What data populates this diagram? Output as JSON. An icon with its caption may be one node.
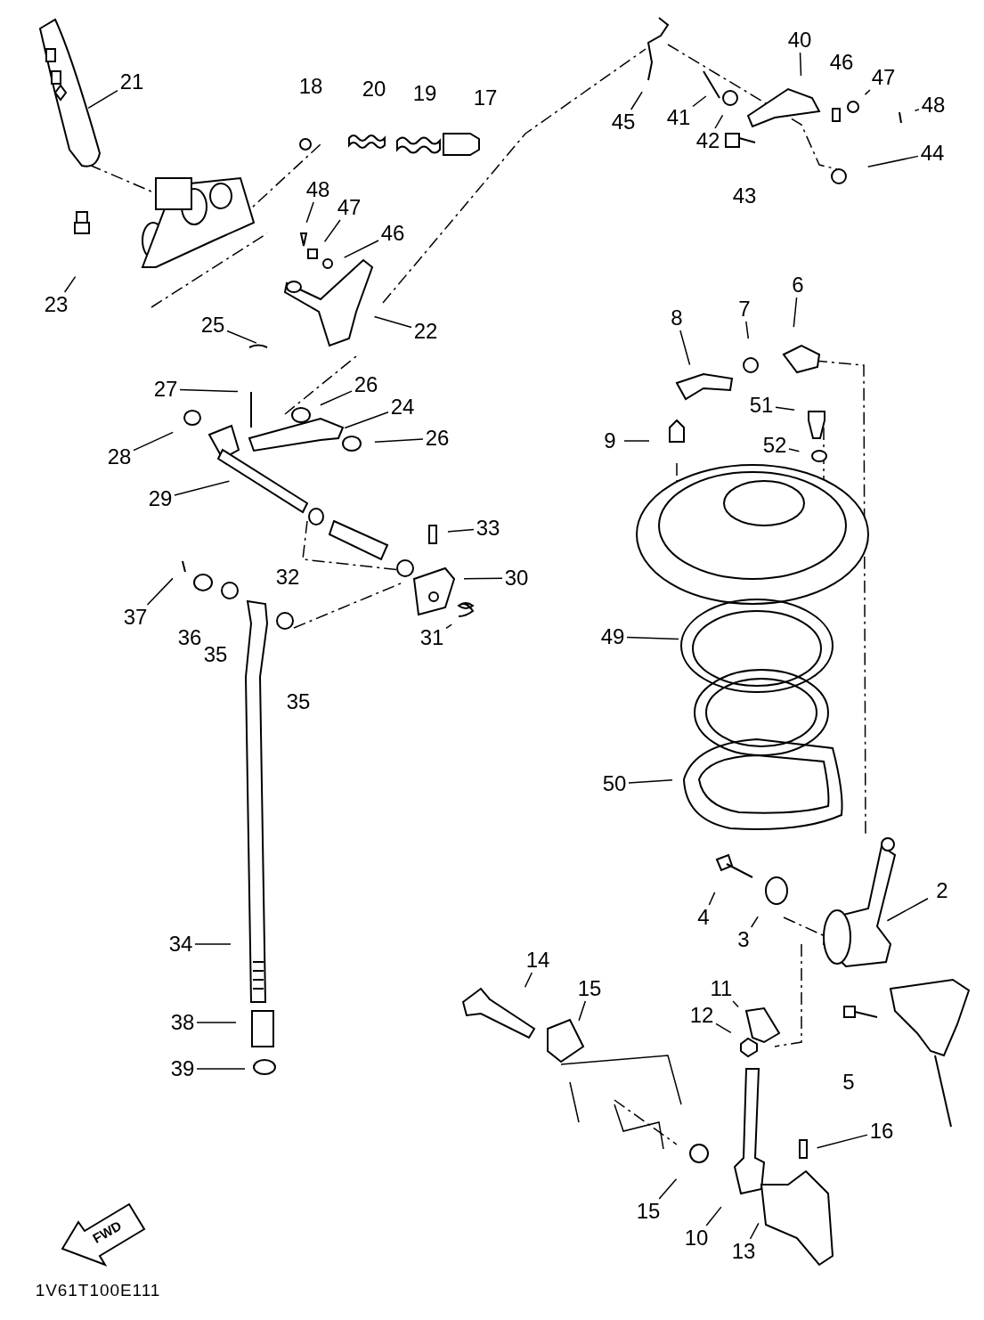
{
  "diagram": {
    "nodes": [
      {
        "text": [
          "21"
        ]
      },
      {
        "text": [
          "23"
        ]
      },
      {
        "text": [
          "48"
        ]
      },
      {
        "text": [
          "47"
        ]
      },
      {
        "text": [
          "46"
        ]
      },
      {
        "text": [
          "22"
        ]
      },
      {
        "text": [
          "25"
        ]
      },
      {
        "text": [
          "27"
        ]
      },
      {
        "text": [
          "26"
        ]
      },
      {
        "text": [
          "24"
        ]
      },
      {
        "text": [
          "26"
        ]
      },
      {
        "text": [
          "28"
        ]
      },
      {
        "text": [
          "29"
        ]
      },
      {
        "text": [
          "33"
        ]
      },
      {
        "text": [
          "30"
        ]
      },
      {
        "text": [
          "31"
        ]
      },
      {
        "text": [
          "37"
        ]
      },
      {
        "text": [
          "34"
        ]
      },
      {
        "text": [
          "38"
        ]
      },
      {
        "text": [
          "39"
        ]
      },
      {
        "text": [
          "45"
        ]
      },
      {
        "text": [
          "41"
        ]
      },
      {
        "text": [
          "42"
        ]
      },
      {
        "text": [
          "40"
        ]
      },
      {
        "text": [
          "47"
        ]
      },
      {
        "text": [
          "48"
        ]
      },
      {
        "text": [
          "44"
        ]
      },
      {
        "text": [
          "8"
        ]
      },
      {
        "text": [
          "7"
        ]
      },
      {
        "text": [
          "6"
        ]
      },
      {
        "text": [
          "51"
        ]
      },
      {
        "text": [
          "9"
        ]
      },
      {
        "text": [
          "52"
        ]
      },
      {
        "text": [
          "49"
        ]
      },
      {
        "text": [
          "50"
        ]
      },
      {
        "text": [
          "4"
        ]
      },
      {
        "text": [
          "3"
        ]
      },
      {
        "text": [
          "2"
        ]
      },
      {
        "text": [
          "11"
        ]
      },
      {
        "text": [
          "12"
        ]
      },
      {
        "text": [
          "14"
        ]
      },
      {
        "text": [
          "15"
        ]
      },
      {
        "text": [
          "16"
        ]
      },
      {
        "text": [
          "15"
        ]
      },
      {
        "text": [
          "10"
        ]
      },
      {
        "text": [
          "13"
        ]
      }
    ],
    "edges": [
      {
        "from": 0,
        "to": null,
        "arrow": "none"
      },
      {
        "from": 1,
        "to": null,
        "arrow": "none"
      },
      {
        "from": 2,
        "to": null,
        "arrow": "none"
      },
      {
        "from": 3,
        "to": null,
        "arrow": "none"
      },
      {
        "from": 4,
        "to": null,
        "arrow": "none"
      },
      {
        "from": 5,
        "to": null,
        "arrow": "none"
      },
      {
        "from": 6,
        "to": null,
        "arrow": "none"
      },
      {
        "from": 7,
        "to": null,
        "arrow": "none"
      },
      {
        "from": 8,
        "to": null,
        "arrow": "none"
      },
      {
        "from": 9,
        "to": null,
        "arrow": "none"
      },
      {
        "from": 10,
        "to": null,
        "arrow": "none"
      },
      {
        "from": 11,
        "to": null,
        "arrow": "none"
      },
      {
        "from": 12,
        "to": null,
        "arrow": "none"
      },
      {
        "from": 13,
        "to": null,
        "arrow": "none"
      },
      {
        "from": 14,
        "to": null,
        "arrow": "none"
      },
      {
        "from": 15,
        "to": null,
        "arrow": "none"
      },
      {
        "from": 16,
        "to": null,
        "arrow": "none"
      },
      {
        "from": 17,
        "to": null,
        "arrow": "none"
      },
      {
        "from": 18,
        "to": null,
        "arrow": "none"
      },
      {
        "from": 19,
        "to": null,
        "arrow": "none"
      },
      {
        "from": 20,
        "to": null,
        "arrow": "none"
      },
      {
        "from": 21,
        "to": null,
        "arrow": "none"
      },
      {
        "from": 22,
        "to": null,
        "arrow": "none"
      },
      {
        "from": 23,
        "to": null,
        "arrow": "none"
      },
      {
        "from": 24,
        "to": null,
        "arrow": "none"
      },
      {
        "from": 25,
        "to": null,
        "arrow": "none"
      },
      {
        "from": 26,
        "to": null,
        "arrow": "none"
      },
      {
        "from": 27,
        "to": null,
        "arrow": "none"
      },
      {
        "from": 28,
        "to": null,
        "arrow": "none"
      },
      {
        "from": 29,
        "to": null,
        "arrow": "none"
      },
      {
        "from": 30,
        "to": null,
        "arrow": "none"
      },
      {
        "from": 31,
        "to": null,
        "arrow": "none"
      },
      {
        "from": 32,
        "to": null,
        "arrow": "none"
      },
      {
        "from": 33,
        "to": null,
        "arrow": "none"
      },
      {
        "from": 34,
        "to": null,
        "arrow": "none"
      },
      {
        "from": 35,
        "to": null,
        "arrow": "none"
      },
      {
        "from": 36,
        "to": null,
        "arrow": "none"
      },
      {
        "from": 37,
        "to": null,
        "arrow": "none"
      },
      {
        "from": 38,
        "to": null,
        "arrow": "none"
      },
      {
        "from": 39,
        "to": null,
        "arrow": "none"
      },
      {
        "from": 40,
        "to": null,
        "arrow": "none"
      },
      {
        "from": 41,
        "to": null,
        "arrow": "none"
      },
      {
        "from": 42,
        "to": null,
        "arrow": "none"
      },
      {
        "from": 43,
        "to": null,
        "arrow": "none"
      },
      {
        "from": 44,
        "to": null,
        "arrow": "none"
      },
      {
        "from": 45,
        "to": null,
        "arrow": "none"
      }
    ],
    "labels": [
      "18",
      "20",
      "19",
      "17",
      "32",
      "36",
      "35",
      "35",
      "43",
      "46",
      "5",
      "FWD",
      "1V61T100E111"
    ]
  }
}
